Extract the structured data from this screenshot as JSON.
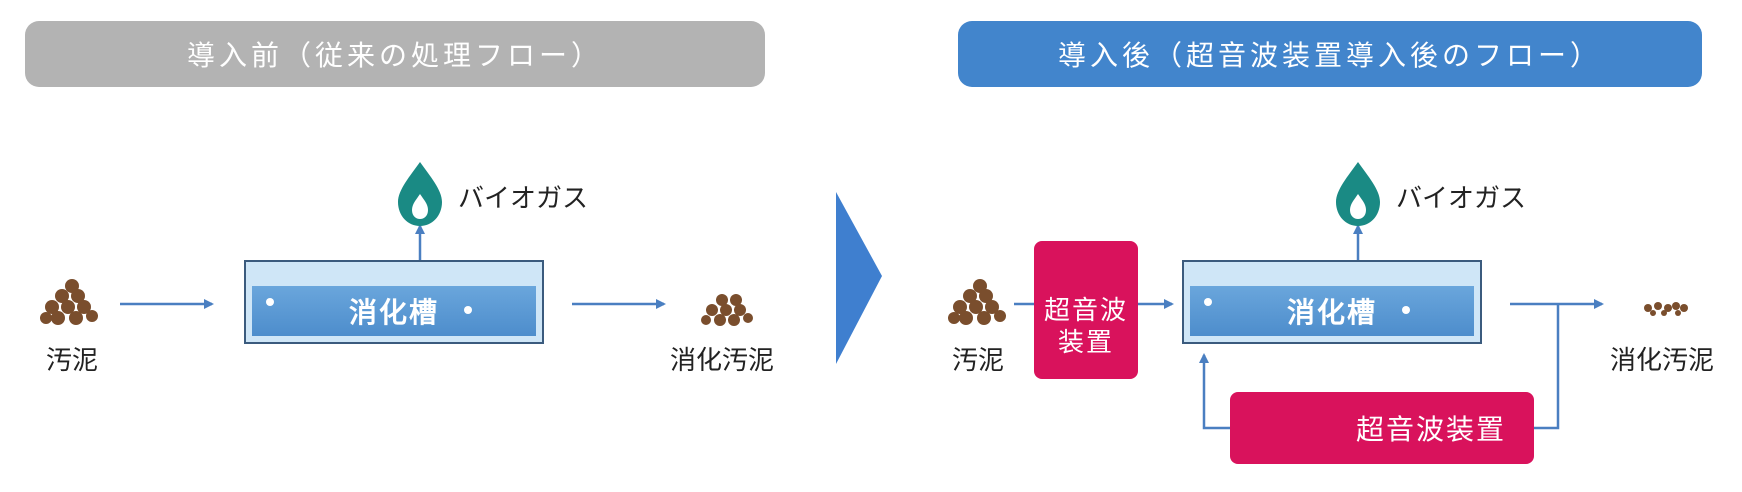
{
  "headers": {
    "before": "導入前（従来の処理フロー）",
    "after": "導入後（超音波装置導入後のフロー）"
  },
  "labels": {
    "biogas": "バイオガス",
    "sludge": "汚泥",
    "digester": "消化槽",
    "digested_sludge": "消化汚泥",
    "ultrasonic_line1": "超音波",
    "ultrasonic_line2": "装置",
    "ultrasonic": "超音波装置"
  },
  "colors": {
    "before_header": "#b3b3b3",
    "after_header": "#4285cc",
    "arrow": "#4a7fc1",
    "ultrasonic_box": "#d9125c",
    "biogas_drop": "#1a8a84",
    "sludge": "#7a4e2d"
  },
  "icons": [
    "flame-drop-icon",
    "sludge-pile-icon",
    "sound-wave-icon",
    "chevron-right-icon"
  ]
}
